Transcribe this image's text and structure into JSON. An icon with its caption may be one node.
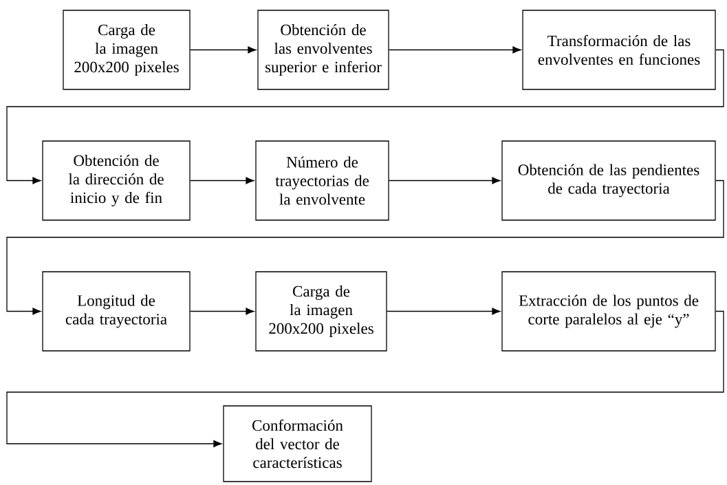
{
  "diagram": {
    "nodes": [
      {
        "text": [
          "Carga de la imagen 200x200 pixeles"
        ]
      },
      {
        "text": [
          "Obtención de las envolventes superior e inferior"
        ]
      },
      {
        "text": [
          "Transformación de las envolventes en funciones"
        ]
      },
      {
        "text": [
          "Obtención de la dirección de inicio y de fin"
        ]
      },
      {
        "text": [
          "Número de trayectorias de la envolvente"
        ]
      },
      {
        "text": [
          "Obtención de las pendientes de cada trayectoria"
        ]
      },
      {
        "text": [
          "Longitud de cada trayectoria"
        ]
      },
      {
        "text": [
          "Carga de la imagen 200x200 pixeles"
        ]
      },
      {
        "text": [
          "Extracción de los puntos de corte paralelos al eje “y”"
        ]
      },
      {
        "text": [
          "Conformación del vector de características"
        ]
      }
    ],
    "edges": [
      {
        "from": 0,
        "to": 1,
        "arrow": "to"
      },
      {
        "from": 1,
        "to": 2,
        "arrow": "to"
      },
      {
        "from": 2,
        "to": 3,
        "arrow": "to"
      },
      {
        "from": 3,
        "to": 4,
        "arrow": "to"
      },
      {
        "from": 4,
        "to": 5,
        "arrow": "to"
      },
      {
        "from": 5,
        "to": 6,
        "arrow": "to"
      },
      {
        "from": 6,
        "to": 7,
        "arrow": "to"
      },
      {
        "from": 7,
        "to": 8,
        "arrow": "to"
      },
      {
        "from": 8,
        "to": 9,
        "arrow": "to"
      }
    ]
  }
}
